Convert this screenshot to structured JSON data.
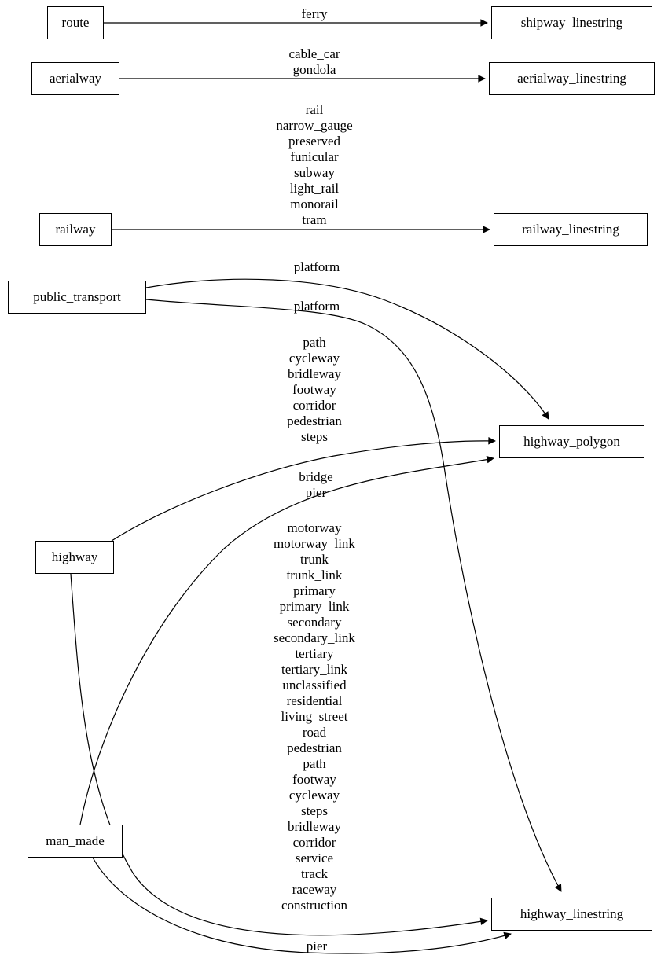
{
  "diagram": {
    "title": "tag to table mapping graph",
    "colors": {
      "line": "#000000",
      "node_fill": "#ffffff",
      "background": "#ffffff"
    },
    "nodes": {
      "route": {
        "label": "route"
      },
      "shipway_linestring": {
        "label": "shipway_linestring"
      },
      "aerialway": {
        "label": "aerialway"
      },
      "aerialway_linestring": {
        "label": "aerialway_linestring"
      },
      "railway": {
        "label": "railway"
      },
      "railway_linestring": {
        "label": "railway_linestring"
      },
      "public_transport": {
        "label": "public_transport"
      },
      "highway_polygon": {
        "label": "highway_polygon"
      },
      "highway": {
        "label": "highway"
      },
      "man_made": {
        "label": "man_made"
      },
      "highway_linestring": {
        "label": "highway_linestring"
      }
    },
    "edges": {
      "route_to_shipway": {
        "from": "route",
        "to": "shipway_linestring",
        "label": "ferry"
      },
      "aerialway_to_linestring": {
        "from": "aerialway",
        "to": "aerialway_linestring",
        "label": "cable_car\ngondola"
      },
      "railway_to_linestring": {
        "from": "railway",
        "to": "railway_linestring",
        "label": "rail\nnarrow_gauge\npreserved\nfunicular\nsubway\nlight_rail\nmonorail\ntram"
      },
      "pt_to_polygon": {
        "from": "public_transport",
        "to": "highway_polygon",
        "label": "platform"
      },
      "pt_to_linestring": {
        "from": "public_transport",
        "to": "highway_linestring",
        "label": "platform"
      },
      "highway_to_polygon": {
        "from": "highway",
        "to": "highway_polygon",
        "label": "path\ncycleway\nbridleway\nfootway\ncorridor\npedestrian\nsteps"
      },
      "manmade_to_polygon": {
        "from": "man_made",
        "to": "highway_polygon",
        "label": "bridge\npier"
      },
      "highway_to_linestring": {
        "from": "highway",
        "to": "highway_linestring",
        "label": "motorway\nmotorway_link\ntrunk\ntrunk_link\nprimary\nprimary_link\nsecondary\nsecondary_link\ntertiary\ntertiary_link\nunclassified\nresidential\nliving_street\nroad\npedestrian\npath\nfootway\ncycleway\nsteps\nbridleway\ncorridor\nservice\ntrack\nraceway\nconstruction"
      },
      "manmade_to_linestring": {
        "from": "man_made",
        "to": "highway_linestring",
        "label": "pier"
      }
    }
  }
}
